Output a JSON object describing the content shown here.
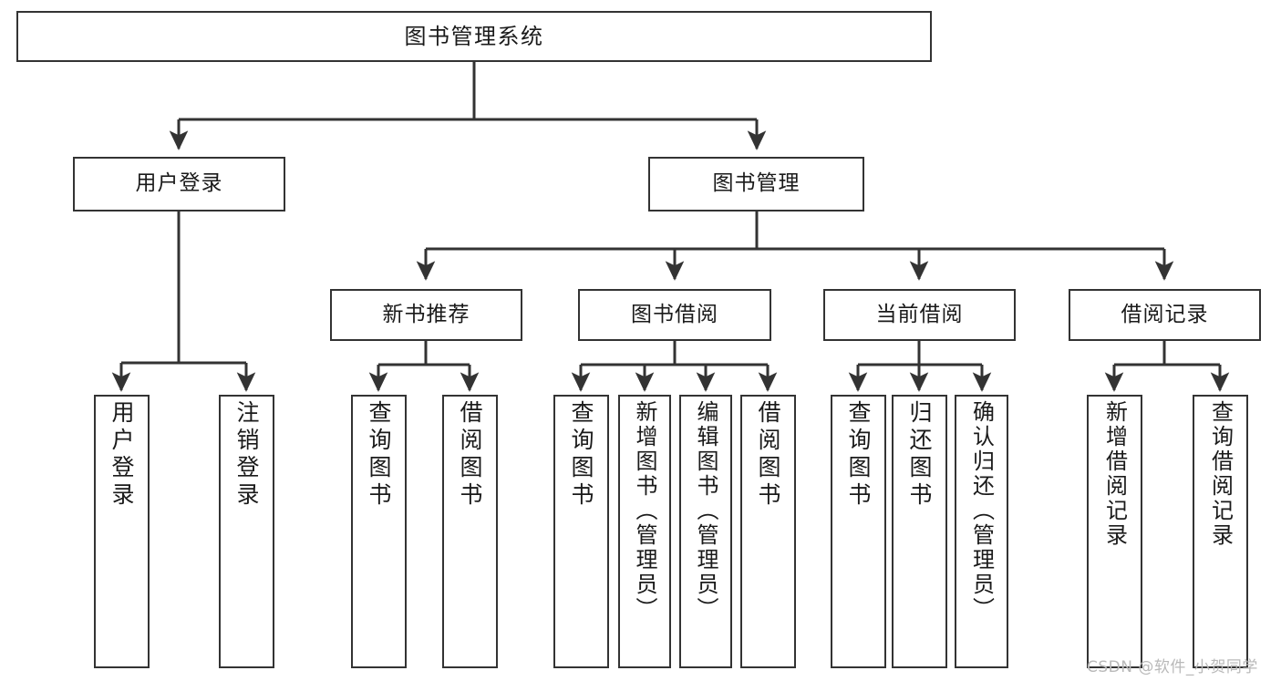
{
  "diagram": {
    "title": "图书管理系统",
    "type": "functional-structure-tree",
    "background": "#ffffff",
    "line_color": "#333333",
    "box_border_color": "#333333",
    "box_fill": "#ffffff",
    "watermark": "CSDN @软件_小贺同学"
  },
  "nodes": {
    "root": {
      "label": "图书管理系统",
      "level": 0
    },
    "level1": [
      {
        "id": "user_login",
        "label": "用户登录"
      },
      {
        "id": "book_manage",
        "label": "图书管理"
      }
    ],
    "level2": [
      {
        "id": "new_book_rec",
        "label": "新书推荐",
        "parent": "book_manage"
      },
      {
        "id": "book_borrow",
        "label": "图书借阅",
        "parent": "book_manage"
      },
      {
        "id": "current_borrow",
        "label": "当前借阅",
        "parent": "book_manage"
      },
      {
        "id": "borrow_record",
        "label": "借阅记录",
        "parent": "book_manage"
      }
    ],
    "leaves": [
      {
        "id": "leaf_user_login",
        "label": "用户登录",
        "parent": "user_login"
      },
      {
        "id": "leaf_user_logout",
        "label": "注销登录",
        "parent": "user_login"
      },
      {
        "id": "leaf_query_book_1",
        "label": "查询图书",
        "parent": "new_book_rec"
      },
      {
        "id": "leaf_borrow_book_1",
        "label": "借阅图书",
        "parent": "new_book_rec"
      },
      {
        "id": "leaf_query_book_2",
        "label": "查询图书",
        "parent": "book_borrow"
      },
      {
        "id": "leaf_add_book",
        "label": "新增图书（管理员）",
        "parent": "book_borrow"
      },
      {
        "id": "leaf_edit_book",
        "label": "编辑图书（管理员）",
        "parent": "book_borrow"
      },
      {
        "id": "leaf_borrow_book_2",
        "label": "借阅图书",
        "parent": "book_borrow"
      },
      {
        "id": "leaf_query_book_3",
        "label": "查询图书",
        "parent": "current_borrow"
      },
      {
        "id": "leaf_return_book",
        "label": "归还图书",
        "parent": "current_borrow"
      },
      {
        "id": "leaf_confirm_return",
        "label": "确认归还（管理员）",
        "parent": "current_borrow"
      },
      {
        "id": "leaf_add_record",
        "label": "新增借阅记录",
        "parent": "borrow_record"
      },
      {
        "id": "leaf_query_record",
        "label": "查询借阅记录",
        "parent": "borrow_record"
      }
    ]
  }
}
